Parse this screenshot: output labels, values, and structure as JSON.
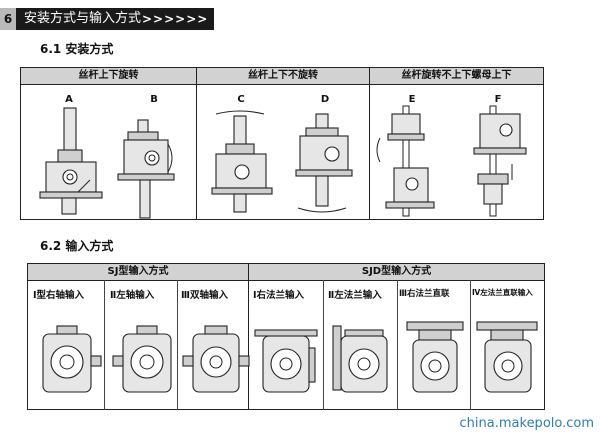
{
  "header": {
    "number": "6",
    "title": "安装方式与输入方式",
    "arrows": ">>>>>>"
  },
  "section1": {
    "title": "6.1 安装方式",
    "groups": [
      "丝杆上下旋转",
      "丝杆上下不旋转",
      "丝杆旋转不上下螺母上下"
    ],
    "labels": [
      "A",
      "B",
      "C",
      "D",
      "E",
      "F"
    ]
  },
  "section2": {
    "title": "6.2 输入方式",
    "groups": [
      "SJ型输入方式",
      "SJD型输入方式"
    ],
    "types": [
      "Ⅰ型右轴输入",
      "Ⅱ左轴输入",
      "Ⅲ双轴输入",
      "Ⅰ右法兰输入",
      "Ⅱ左法兰输入",
      "Ⅲ右法兰直联",
      "Ⅳ左法兰直联输入"
    ]
  },
  "watermark": "china.makepolo.com"
}
